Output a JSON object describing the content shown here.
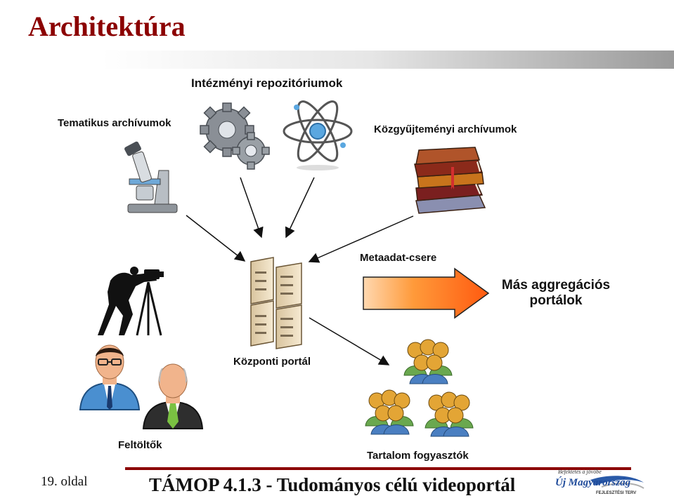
{
  "slide": {
    "title": "Architektúra",
    "page_number": "19. oldal",
    "footer_title": "TÁMOP 4.1.3 - Tudományos célú videoportál"
  },
  "labels": {
    "institutional": "Intézményi repozitóriumok",
    "thematic": "Tematikus archívumok",
    "public_collection": "Közgyűjteményi archívumok",
    "metadata_exchange": "Metaadat-csere",
    "other_aggregation": "Más aggregációs portálok",
    "central_portal": "Központi portál",
    "uploaders": "Feltöltők",
    "consumers": "Tartalom fogyasztók"
  },
  "logo": {
    "tagline": "Befektetés a jövőbe",
    "name": "Új Magyarország",
    "subtitle": "FEJLESZTÉSI TERV"
  },
  "colors": {
    "title": "#8b0000",
    "arrow_orange": "#ff6a1a",
    "footer_line": "#8b0000"
  },
  "icons": [
    "gears-icon",
    "atom-icon",
    "microscope-icon",
    "books-icon",
    "cameraman-icon",
    "server-icon",
    "person-glasses-icon",
    "person-bald-icon",
    "people-group-icon"
  ]
}
